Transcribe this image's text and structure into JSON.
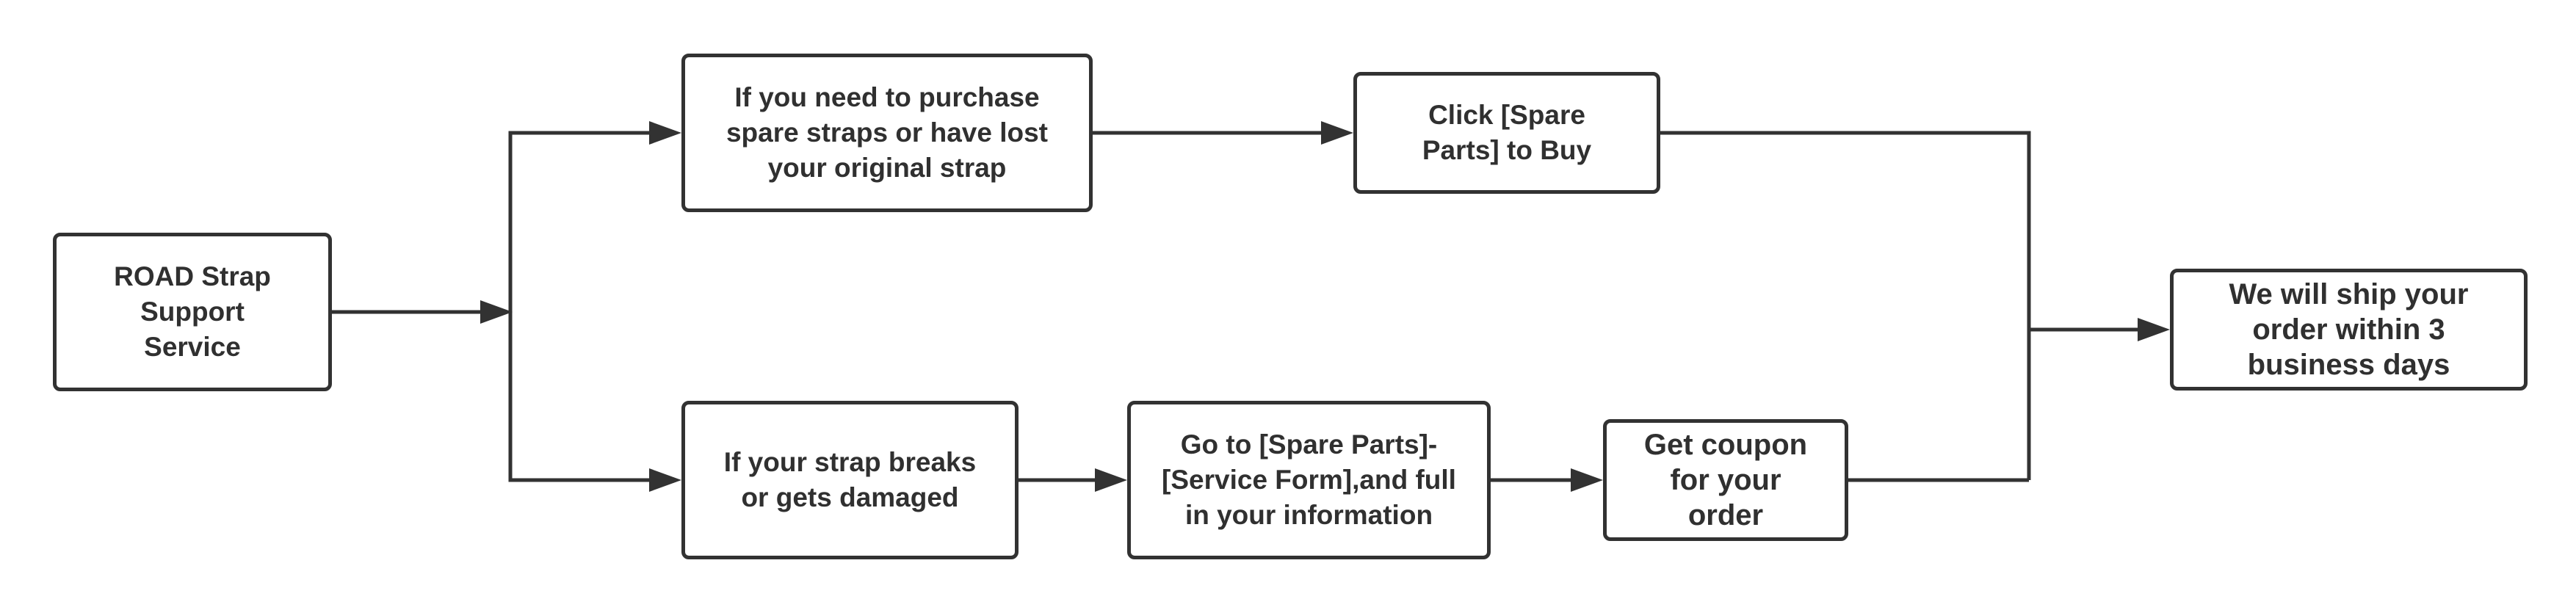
{
  "diagram": {
    "nodes": {
      "road_strap": {
        "label": "ROAD Strap Support Service"
      },
      "purchase_condition": {
        "label": "If you need to purchase spare straps or have lost your original strap"
      },
      "click_spare_parts": {
        "label": "Click [Spare Parts] to Buy"
      },
      "damage_condition": {
        "label": "If your strap breaks or gets damaged"
      },
      "service_form": {
        "label": "Go to [Spare Parts]-[Service Form],and full in your information"
      },
      "get_coupon": {
        "label": "Get coupon for your order"
      },
      "ship_order": {
        "label": "We will ship your order within 3 business days"
      }
    },
    "edges": [
      {
        "from": "road_strap",
        "to": "purchase_condition"
      },
      {
        "from": "road_strap",
        "to": "damage_condition"
      },
      {
        "from": "purchase_condition",
        "to": "click_spare_parts"
      },
      {
        "from": "damage_condition",
        "to": "service_form"
      },
      {
        "from": "service_form",
        "to": "get_coupon"
      },
      {
        "from": "click_spare_parts",
        "to": "ship_order"
      },
      {
        "from": "get_coupon",
        "to": "ship_order"
      }
    ],
    "colors": {
      "stroke": "#323232",
      "text": "#303030",
      "background": "#ffffff"
    }
  }
}
